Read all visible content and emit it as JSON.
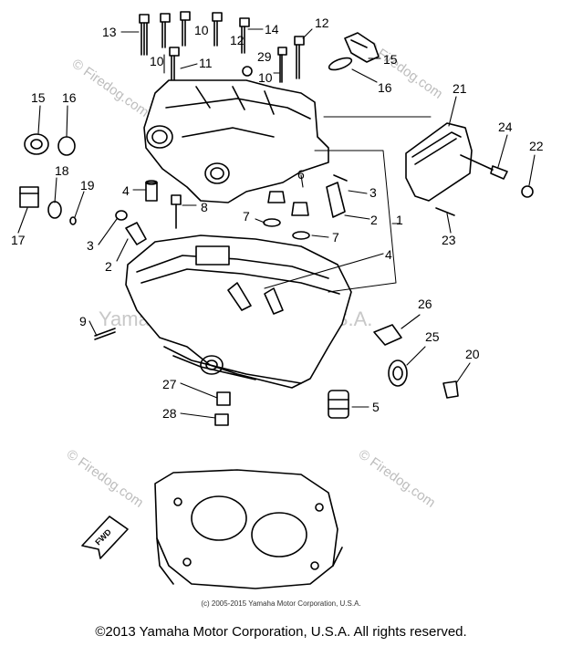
{
  "watermarks": {
    "site": "© Firedog.com",
    "brand": "Yamaha Motor Corp, ™ U.S.A."
  },
  "forward_label": "FWD",
  "small_copyright": "(c) 2005-2015 Yamaha Motor Corporation, U.S.A.",
  "footer_copyright": "©2013 Yamaha Motor Corporation, U.S.A. All rights reserved.",
  "callouts": [
    "1",
    "2",
    "3",
    "4",
    "5",
    "6",
    "7",
    "8",
    "9",
    "10",
    "11",
    "12",
    "13",
    "14",
    "15",
    "16",
    "17",
    "18",
    "19",
    "20",
    "21",
    "22",
    "23",
    "24",
    "25",
    "26",
    "27",
    "28",
    "29"
  ],
  "colors": {
    "line": "#000000",
    "watermark": "#bdbdbd"
  }
}
